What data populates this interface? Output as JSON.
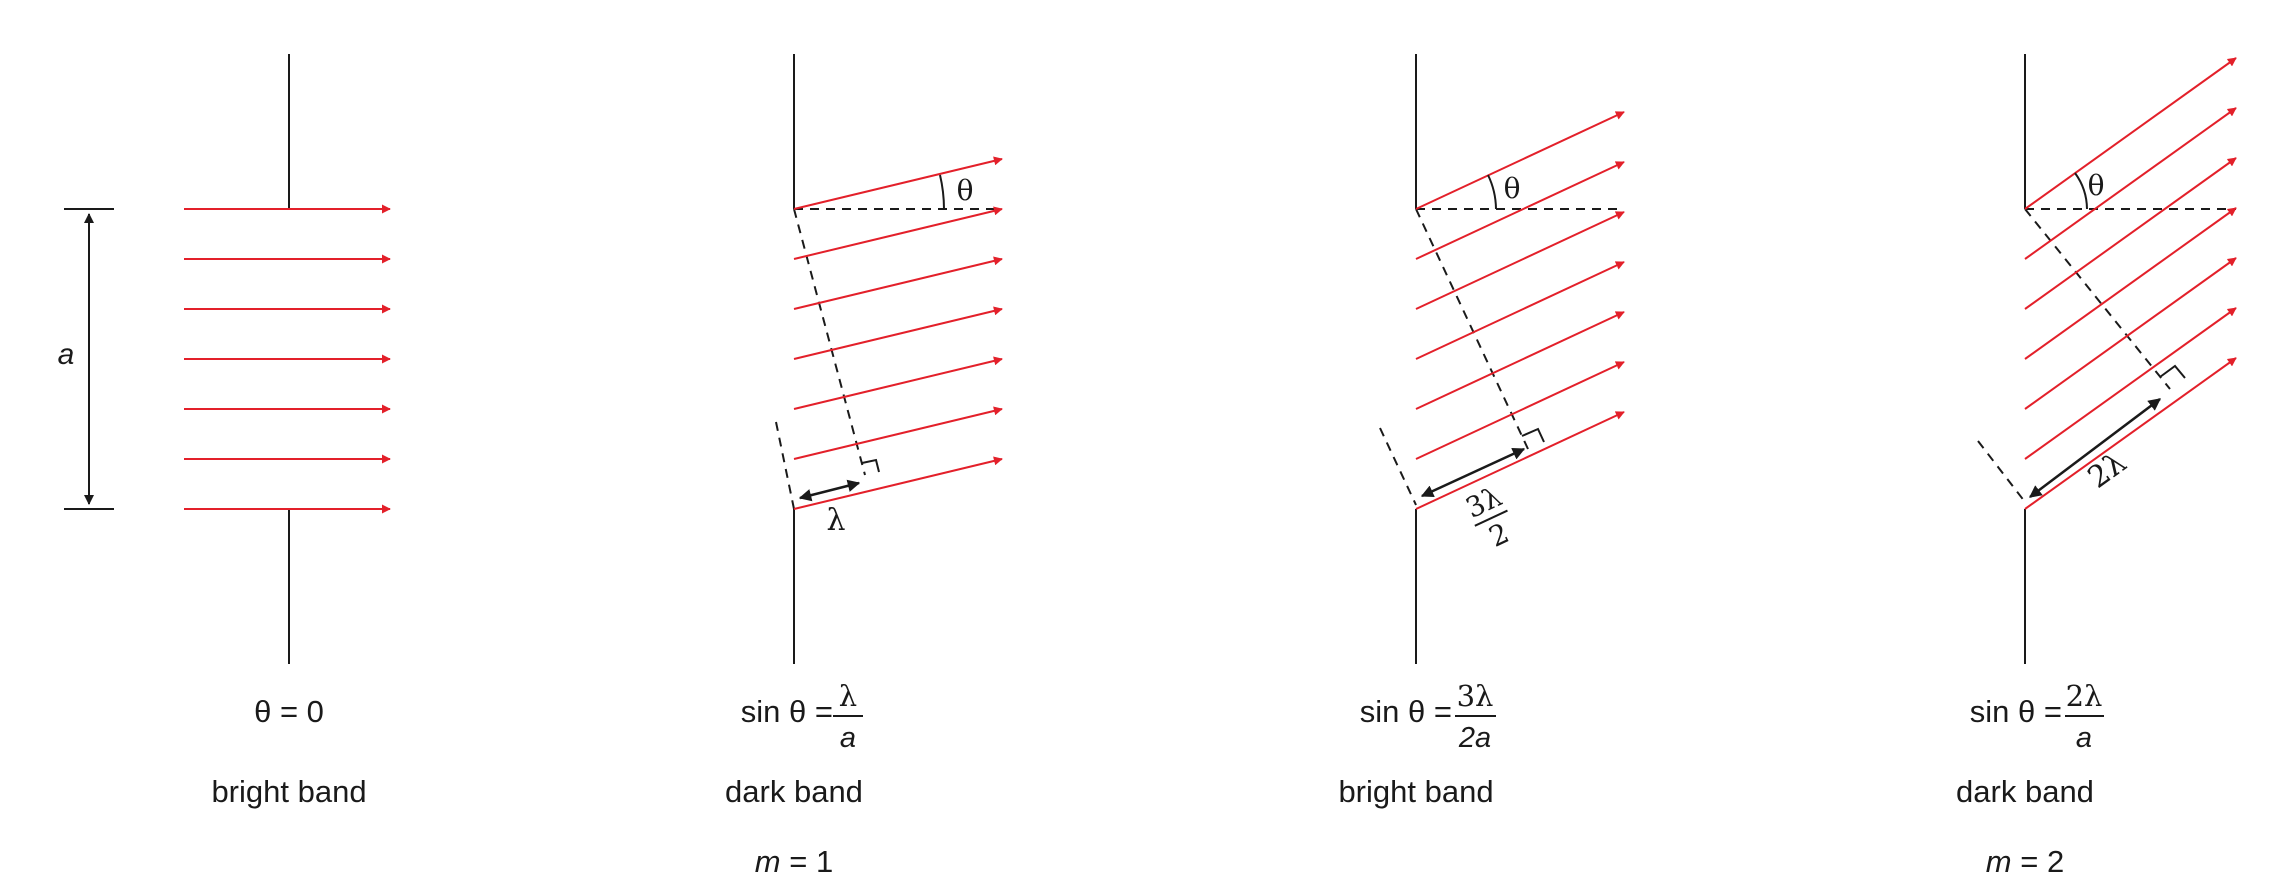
{
  "panels": [
    {
      "equation": {
        "text": "θ = 0"
      },
      "band": "bright band",
      "order": null,
      "width_label": "a",
      "angle_label": null,
      "path_label": null
    },
    {
      "equation": {
        "lhs": "sin θ =",
        "num": "λ",
        "den": "a"
      },
      "band": "dark band",
      "order": {
        "var": "m",
        "rest": " = 1"
      },
      "angle_label": "θ",
      "path_label": "λ"
    },
    {
      "equation": {
        "lhs": "sin θ =",
        "num": "3λ",
        "den": "2a"
      },
      "band": "bright band",
      "order": null,
      "angle_label": "θ",
      "path_label": {
        "num": "3λ",
        "den": "2"
      }
    },
    {
      "equation": {
        "lhs": "sin θ =",
        "num": "2λ",
        "den": "a"
      },
      "band": "dark band",
      "order": {
        "var": "m",
        "rest": " = 2"
      },
      "angle_label": "θ",
      "path_label": "2λ"
    }
  ],
  "colors": {
    "ray": "#e3202a",
    "line": "#1a1a1a"
  }
}
